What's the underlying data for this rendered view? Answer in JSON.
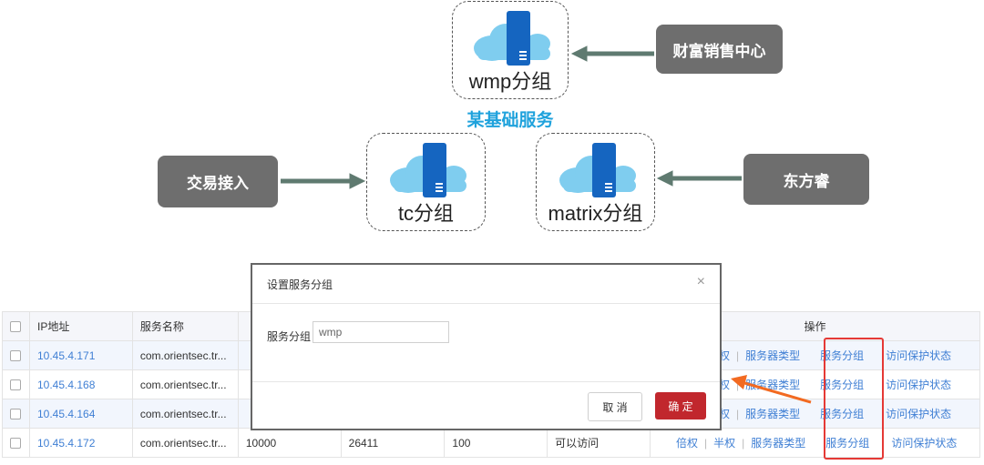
{
  "diagram": {
    "center_title": "某基础服务",
    "groups": [
      {
        "label": "wmp分组"
      },
      {
        "label": "tc分组"
      },
      {
        "label": "matrix分组"
      }
    ],
    "sources": [
      {
        "label": "财富销售中心"
      },
      {
        "label": "交易接入"
      },
      {
        "label": "东方睿"
      }
    ],
    "colors": {
      "cloud": "#7fcdef",
      "server": "#1565c0",
      "arrow": "#5f7a70",
      "grey_box": "#6e6e6e",
      "title": "#1fa2dc"
    }
  },
  "table": {
    "headers": {
      "ip": "IP地址",
      "name": "服务名称",
      "col3": "",
      "ops": "操作"
    },
    "rows": [
      {
        "ip": "10.45.4.171",
        "name": "com.orientsec.tr...",
        "c3": "",
        "c4": "",
        "c5": "",
        "c6": "",
        "a1": "",
        "a2": "半权",
        "a3": "服务器类型",
        "a4": "服务分组",
        "a5": "访问保护状态"
      },
      {
        "ip": "10.45.4.168",
        "name": "com.orientsec.tr...",
        "c3": "",
        "c4": "",
        "c5": "",
        "c6": "",
        "a1": "",
        "a2": "半权",
        "a3": "服务器类型",
        "a4": "服务分组",
        "a5": "访问保护状态"
      },
      {
        "ip": "10.45.4.164",
        "name": "com.orientsec.tr...",
        "c3": "",
        "c4": "",
        "c5": "",
        "c6": "",
        "a1": "",
        "a2": "半权",
        "a3": "服务器类型",
        "a4": "服务分组",
        "a5": "访问保护状态"
      },
      {
        "ip": "10.45.4.172",
        "name": "com.orientsec.tr...",
        "c3": "10000",
        "c4": "26411",
        "c5": "100",
        "c6": "可以访问",
        "a1": "倍权",
        "a2": "半权",
        "a3": "服务器类型",
        "a4": "服务分组",
        "a5": "访问保护状态"
      }
    ]
  },
  "dialog": {
    "title": "设置服务分组",
    "close": "×",
    "field_label": "服务分组",
    "field_value": "wmp",
    "cancel": "取 消",
    "confirm": "确 定"
  }
}
